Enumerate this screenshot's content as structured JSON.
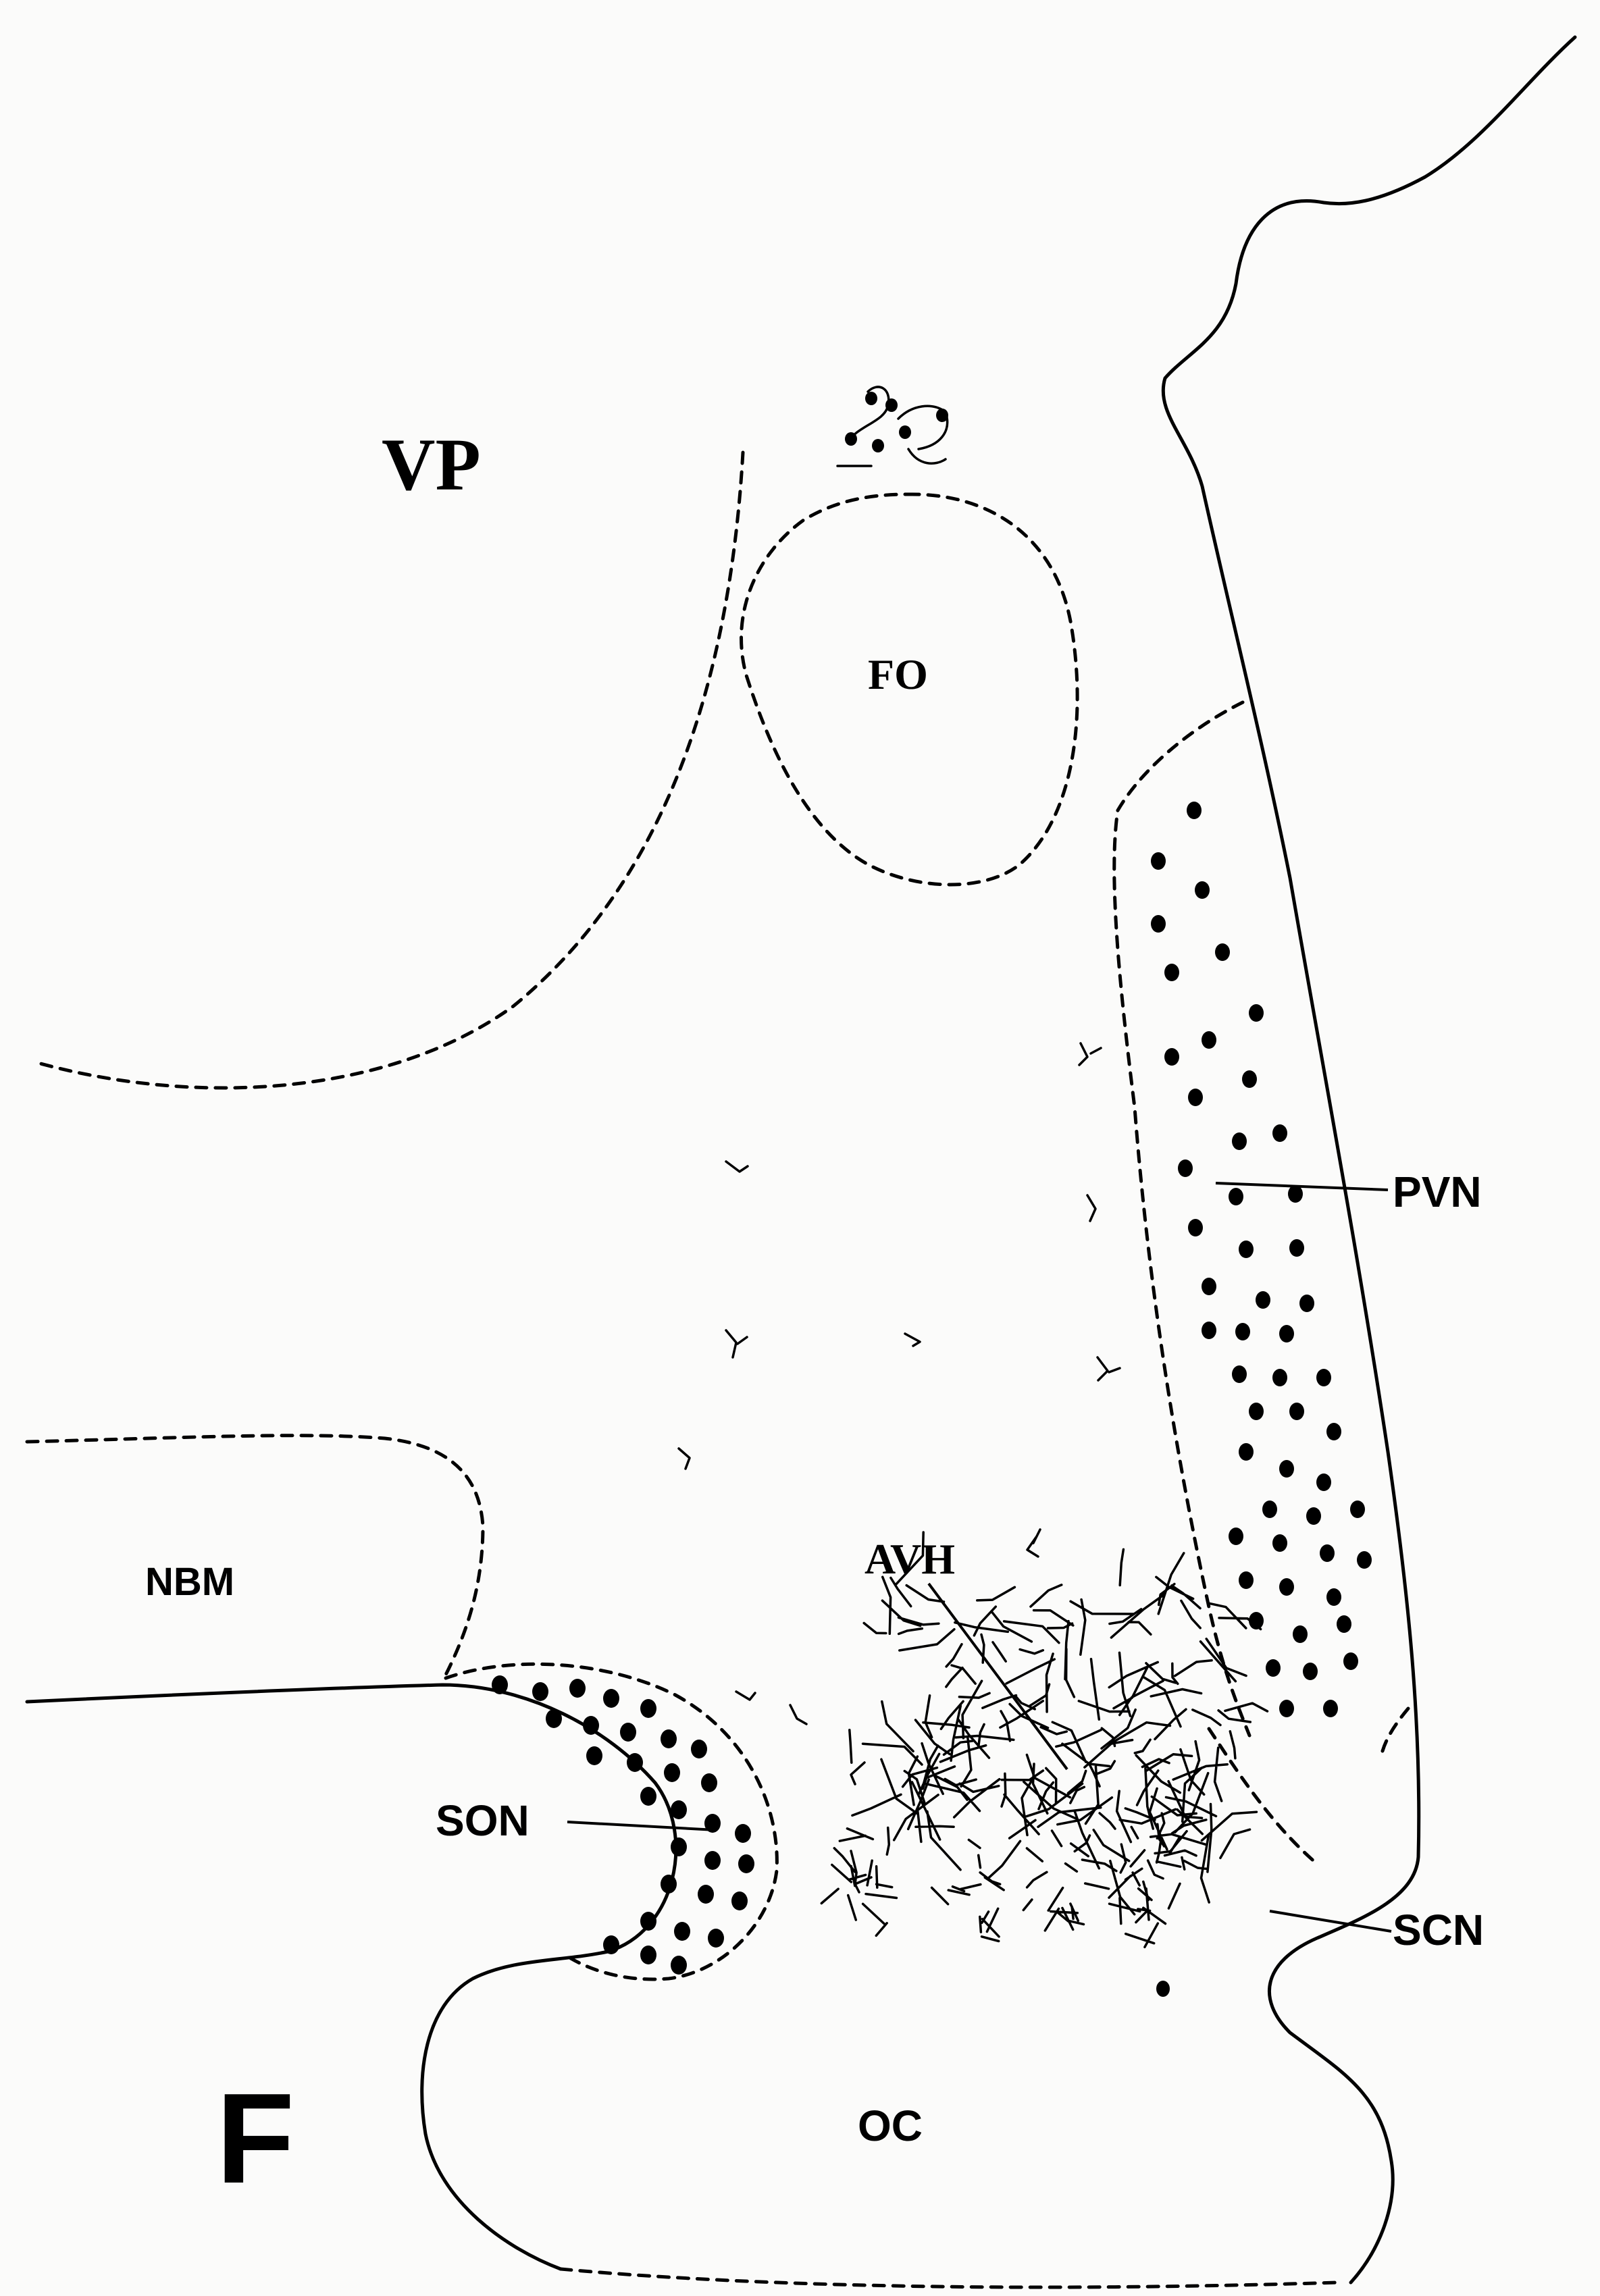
{
  "figure": {
    "panel_letter": "F",
    "labels": {
      "vp": "VP",
      "fo": "FO",
      "pvn": "PVN",
      "nbm": "NBM",
      "avh": "AVH",
      "son": "SON",
      "scn": "SCN",
      "oc": "OC"
    }
  },
  "colors": {
    "ink": "#000000",
    "background": "#fbfbfa"
  }
}
